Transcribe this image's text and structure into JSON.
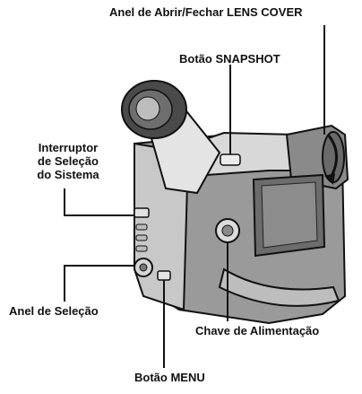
{
  "colors": {
    "ink": "#111111",
    "body_dark": "#5b5b5b",
    "body_mid": "#9a9a9a",
    "body_light": "#d2d2d2",
    "highlight": "#f0f0f0"
  },
  "labels": {
    "lens_cover_ring": "Anel de Abrir/Fechar LENS COVER",
    "snapshot_button": "Botão SNAPSHOT",
    "system_switch_line1": "Interruptor",
    "system_switch_line2": "de Seleção",
    "system_switch_line3": "do Sistema",
    "selection_ring": "Anel de Seleção",
    "power_switch": "Chave de Alimentação",
    "menu_button": "Botão MENU"
  }
}
